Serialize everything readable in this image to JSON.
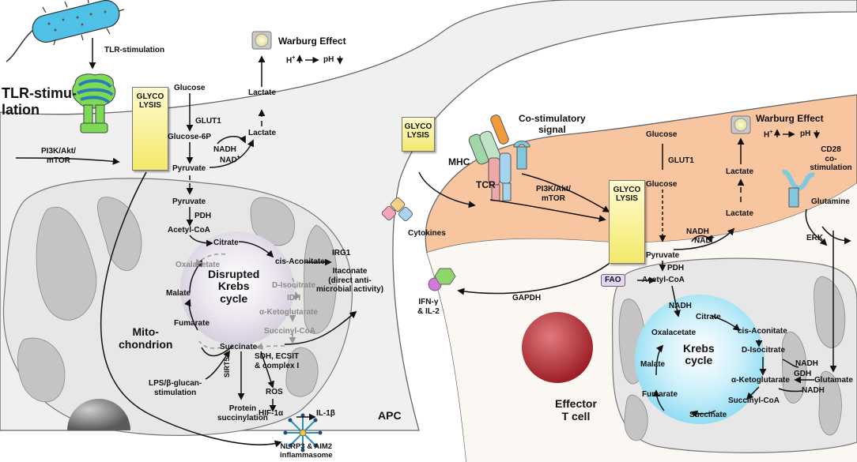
{
  "apc": {
    "tlr_stimulation_top": "TLR-stimulation",
    "tlr_stimulation_side": "TLR-stimu-\nlation",
    "pi3k": "PI3K/Akt/\nmTOR",
    "glycolysis": "GLYCO\nLYSIS",
    "glucose": "Glucose",
    "glut1": "GLUT1",
    "glucose6p": "Glucose-6P",
    "nadh": "NADH",
    "nad": "NAD",
    "nad_sup": "+",
    "pyruvate": "Pyruvate",
    "pyruvate2": "Pyruvate",
    "lactate_mid": "Lactate",
    "lactate_top": "Lactate",
    "warburg": "Warburg Effect",
    "h_plus": "H",
    "ph": "pH",
    "pdh": "PDH",
    "acetyl_coa": "Acetyl-CoA",
    "citrate": "Citrate",
    "cis_aconitate": "cis-Aconitate",
    "irg1": "IRG1",
    "itaconate": "Itaconate\n(direct anti-\nmicrobial activity)",
    "oxalacetate": "Oxalacetate",
    "d_isocitrate": "D-Isocitrate",
    "idh": "IDH",
    "alpha_kg": "α-Ketoglutarate",
    "succinyl_coa": "Succinyl-CoA",
    "malate": "Malate",
    "fumarate": "Fumarate",
    "succinate": "Succinate",
    "disrupted_krebs": "Disrupted\nKrebs\ncycle",
    "mitochondrion": "Mito-\nchondrion",
    "sdh": "SDH, ECSIT\n& complex I",
    "ros": "ROS",
    "hif": "HIF-1α",
    "il1b": "IL-1β",
    "lps": "LPS/β-glucan-\nstimulation",
    "sirt5": "SIRT5",
    "protein_succ": "Protein\nsuccinylation",
    "apc_label": "APC",
    "nlrp3": "NLRP3 & AIM2\ninflammasome"
  },
  "tcell": {
    "glycolysis_small": "GLYCO\nLYSIS",
    "glycolysis_main": "GLYCO\nLYSIS",
    "costim": "Co-stimulatory\nsignal",
    "mhc": "MHC",
    "tcr": "TCR",
    "pi3k": "PI3K/Akt/\nmTOR",
    "cytokines": "Cytokines",
    "ifn": "IFN-γ\n& IL-2",
    "gapdh": "GAPDH",
    "glucose_out": "Glucose",
    "glut1": "GLUT1",
    "glucose_in": "Glucose",
    "nadh": "NADH",
    "nad": "NAD",
    "nad_sup": "+",
    "pyruvate": "Pyruvate",
    "pdh": "PDH",
    "fao": "FAO",
    "acetyl_coa": "Acetyl-CoA",
    "lactate_top": "Lactate",
    "lactate_low": "Lactate",
    "warburg": "Warburg Effect",
    "h_plus": "H",
    "ph": "pH",
    "cd28": "CD28\nco-stimulation",
    "glutamine": "Glutamine",
    "erk": "ERK",
    "nadh_cit": "NADH",
    "citrate": "Citrate",
    "cis_aconitate": "cis-Aconitate",
    "oxalacetate": "Oxalacetate",
    "d_isocitrate": "D-Isocitrate",
    "nadh_idh": "NADH",
    "gdh": "GDH",
    "alpha_kg": "α-Ketoglutarate",
    "nadh_akg": "NADH",
    "glutamate": "Glutamate",
    "krebs": "Krebs\ncycle",
    "malate": "Malate",
    "fumarate": "Fumarate",
    "succinyl_coa": "Succinyl-CoA",
    "succinate": "Succinate",
    "effector": "Effector\nT cell"
  },
  "colors": {
    "apc_cell": "#f0f0f0",
    "mito_fill": "#e7e7e7",
    "cristae": "#c4c4c4",
    "tcell_orange": "#f7c59f",
    "glycolysis_yellow": "#f4e96b",
    "krebs_blue": "#a8e4f5",
    "disrupted_purple": "#d8d0e0",
    "nucleus_red": "#b42e35",
    "fao_purple": "#e4d4f4"
  },
  "icons": [
    "bacterium-icon",
    "tlr-receptor-icon",
    "mhc-tcr-icon",
    "costim-receptor-icon",
    "cd28-receptor-icon",
    "cytokines-icon",
    "ifn-il2-icon",
    "inflammasome-icon",
    "warburg-dish-icon"
  ]
}
